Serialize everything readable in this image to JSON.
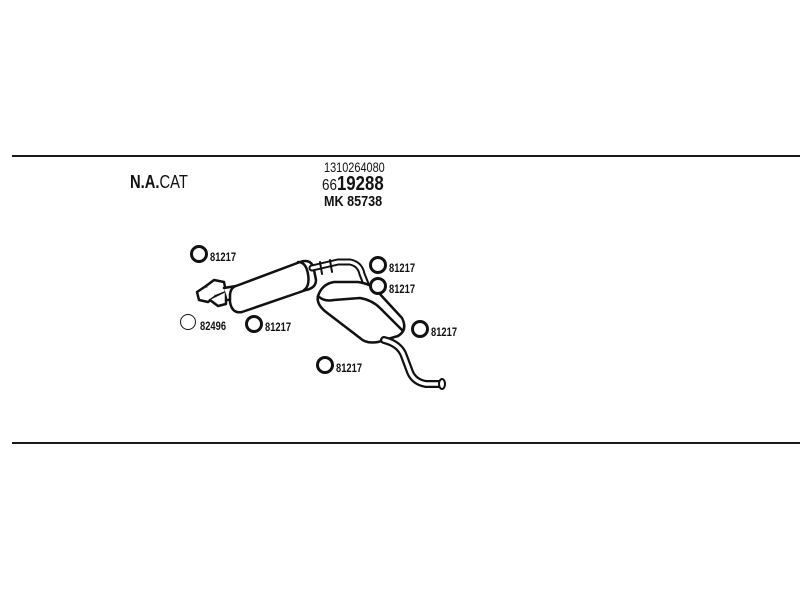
{
  "header": {
    "variant_bold": "N.A.",
    "variant_rest": "CAT",
    "reference_number": "1310264080",
    "code_prefix": "66",
    "code_main": "19288",
    "mk_code": "MK  85738"
  },
  "parts": [
    {
      "id": "81217"
    },
    {
      "id": "81217"
    },
    {
      "id": "81217"
    },
    {
      "id": "82496"
    },
    {
      "id": "81217"
    },
    {
      "id": "81217"
    },
    {
      "id": "81217"
    }
  ]
}
